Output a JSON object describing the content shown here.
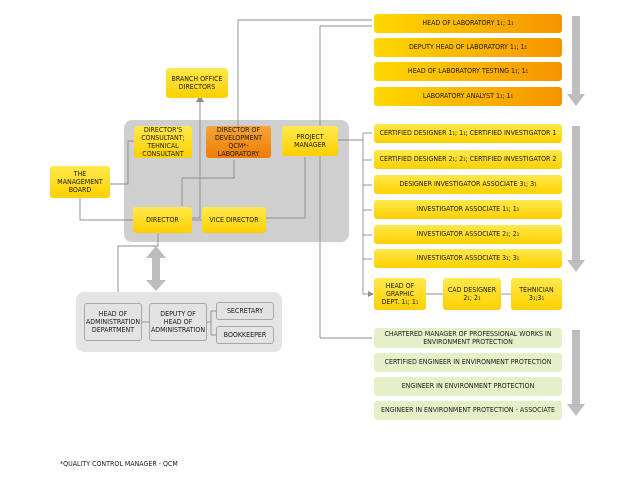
{
  "nodes": {
    "head_of_laboratory": "HEAD OF LABORATORY 1₁; 1₁",
    "deputy_head_of_laboratory": "DEPUTY HEAD OF LABORATORY 1₁; 1₁",
    "head_of_laboratory_testing": "HEAD OF LABORATORY TESTING 1₁; 1₁",
    "laboratory_analyst": "LABORATORY ANALYST 1₁; 1₁",
    "branch_office_directors": "BRANCH OFFICE DIRECTORS",
    "directors_consultant": "DIRECTOR'S CONSULTANT; TEHNICAL CONSULTANT",
    "director_of_development": "DIRECTOR OF DEVELOPMENT QCM*-LABORATORY",
    "project_manager": "PROJECT MANAGER",
    "the_management_board": "THE MANAGEMENT BOARD",
    "director": "DIRECTOR",
    "vice_director": "VICE DIRECTOR",
    "certified_designer_1": "CERTIFIED DESIGNER 1₁; 1₁; CERTIFIED INVESTIGATOR 1",
    "certified_designer_2": "CERTIFIED DESIGNER 2₁; 2₁; CERTIFIED INVESTIGATOR 2",
    "designer_investigator_associate": "DESIGNER INVESTIGATOR ASSOCIATE 3₁; 3₁",
    "investigator_associate_1": "INVESTIGATOR ASSOCIATE 1₁; 1₁",
    "investigator_associate_2": "INVESTIGATOR ASSOCIATE 2₁; 2₁",
    "investigator_associate_3": "INVESTIGATOR ASSOCIATE 3₁; 3₁",
    "head_of_graphic_dept": "HEAD OF GRAPHIC DEPT. 1₁; 1₁",
    "cad_designer": "CAD DESIGNER 2₁; 2₁",
    "tehnician": "TEHNICIAN 3₁;3₁",
    "head_of_administration_department": "HEAD OF ADMINISTRATION DEPARTMENT",
    "deputy_head_of_administration": "DEPUTY OF HEAD OF ADMINISTRATION",
    "secretary": "SECRETARY",
    "bookkeeper": "BOOKKEEPER",
    "chartered_manager": "CHARTERED MANAGER OF PROFESSIONAL WORKS IN ENVIRONMENT PROTECTION",
    "certified_engineer": "CERTIFIED ENGINEER IN ENVIRONMENT PROTECTION",
    "engineer_environment": "ENGINEER IN ENVIRONMENT PROTECTION",
    "engineer_environment_associate": "ENGINEER IN ENVIRONMENT PROTECTION - ASSOCIATE"
  },
  "footnote": "*QUALITY CONTROL MANAGER - QCM",
  "colors": {
    "yellow": "#ffd800",
    "orange": "#ef7d00",
    "panel_grey": "#cfcfcf",
    "admin_grey": "#e4e4e4",
    "green": "#e4f0c8",
    "arrow_grey": "#bdbdbd",
    "line": "#8c8c8c"
  }
}
